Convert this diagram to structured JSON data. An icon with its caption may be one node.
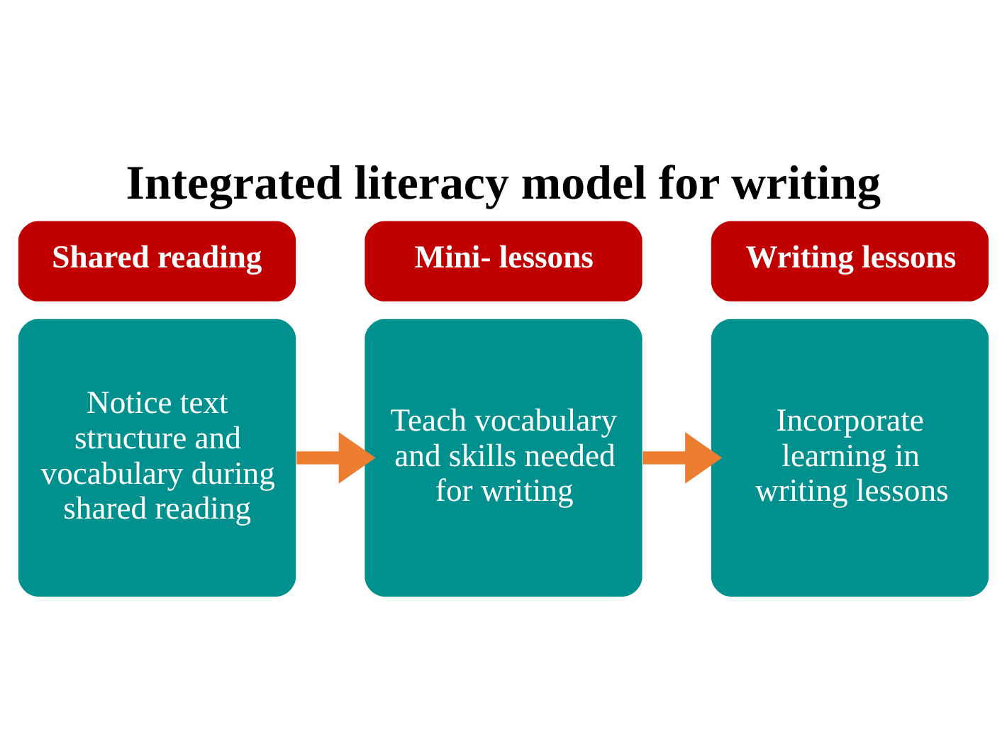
{
  "diagram": {
    "title": "Integrated literacy model for writing",
    "nodes": [
      {
        "text": [
          "Shared reading"
        ]
      },
      {
        "text": [
          "Mini- lessons"
        ]
      },
      {
        "text": [
          "Writing lessons"
        ]
      },
      {
        "text": [
          "Notice text structure and vocabulary during shared reading"
        ]
      },
      {
        "text": [
          "Teach vocabulary and skills needed for writing"
        ]
      },
      {
        "text": [
          "Incorporate learning in writing lessons"
        ]
      }
    ],
    "edges": [
      {
        "from": 3,
        "to": 4,
        "arrow": "to"
      },
      {
        "from": 4,
        "to": 5,
        "arrow": "to"
      }
    ]
  }
}
